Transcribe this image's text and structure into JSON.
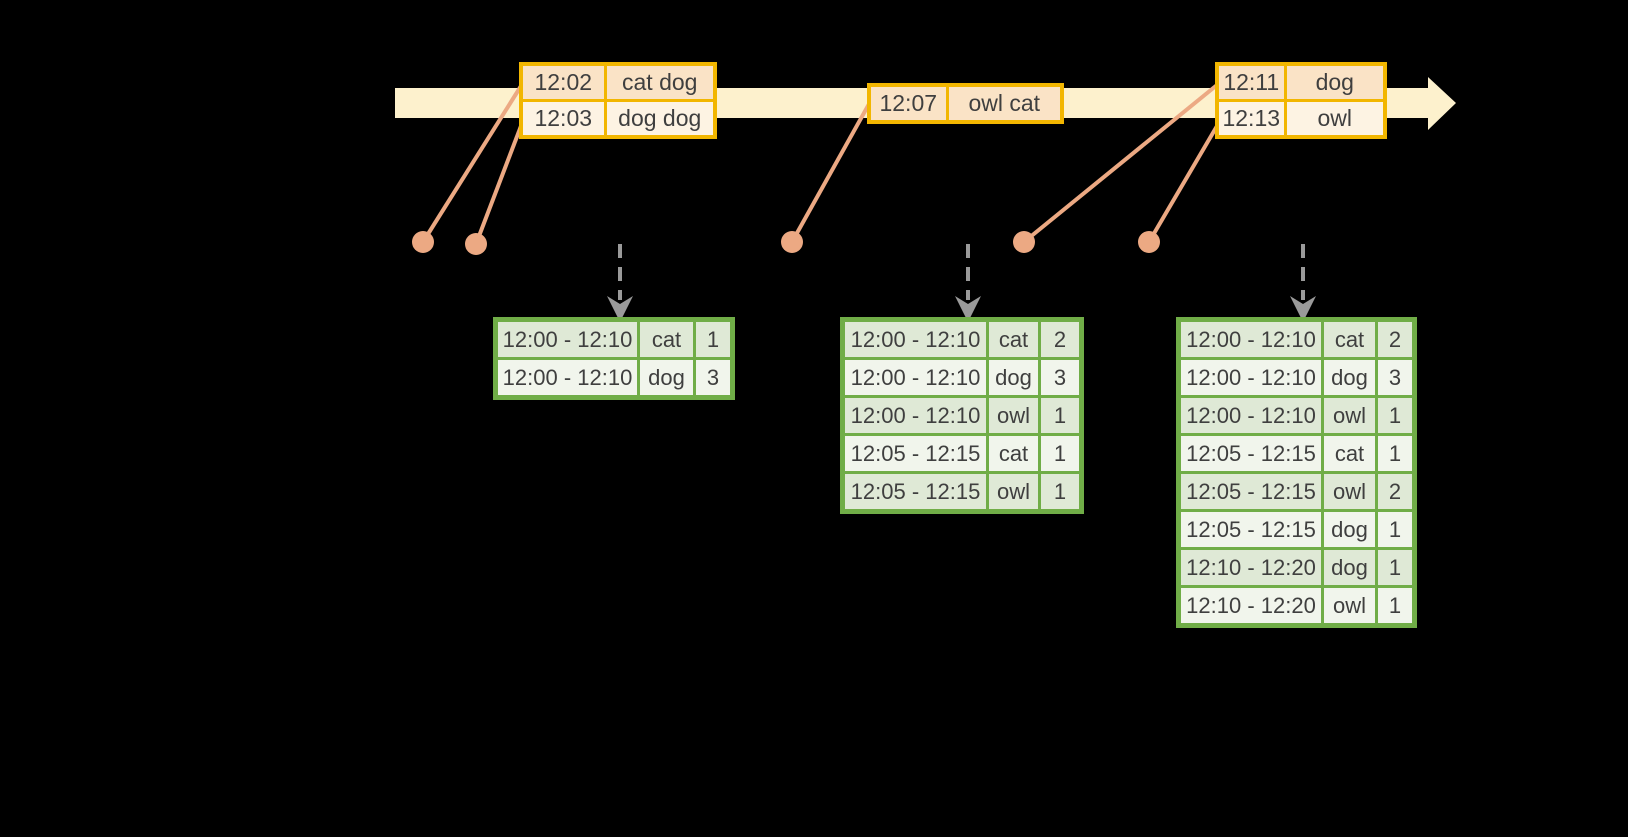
{
  "palette": {
    "background": "#000000",
    "timeline_band": "#fdf1cd",
    "event_border": "#f2b600",
    "event_row_dark": "#fae3c6",
    "event_row_light": "#fdf3e3",
    "connector": "#eca983",
    "result_border": "#70ad47",
    "result_row_dark": "#dfe9d6",
    "result_row_light": "#f1f5ec",
    "trigger_arrow": "#9a9a9a",
    "text": "#3f3f3f"
  },
  "icons": {
    "timeline_arrowhead": "▶",
    "event_marker_dot": "●",
    "trigger_arrow": "⇣"
  },
  "event_tables": [
    {
      "rows": [
        {
          "time": "12:02",
          "words": "cat dog"
        },
        {
          "time": "12:03",
          "words": "dog dog"
        }
      ]
    },
    {
      "rows": [
        {
          "time": "12:07",
          "words": "owl cat"
        }
      ]
    },
    {
      "rows": [
        {
          "time": "12:11",
          "words": "dog"
        },
        {
          "time": "12:13",
          "words": "owl"
        }
      ]
    }
  ],
  "result_tables": [
    {
      "rows": [
        {
          "window": "12:00 - 12:10",
          "word": "cat",
          "count": "1"
        },
        {
          "window": "12:00 - 12:10",
          "word": "dog",
          "count": "3"
        }
      ]
    },
    {
      "rows": [
        {
          "window": "12:00 - 12:10",
          "word": "cat",
          "count": "2"
        },
        {
          "window": "12:00 - 12:10",
          "word": "dog",
          "count": "3"
        },
        {
          "window": "12:00 - 12:10",
          "word": "owl",
          "count": "1"
        },
        {
          "window": "12:05 - 12:15",
          "word": "cat",
          "count": "1"
        },
        {
          "window": "12:05 - 12:15",
          "word": "owl",
          "count": "1"
        }
      ]
    },
    {
      "rows": [
        {
          "window": "12:00 - 12:10",
          "word": "cat",
          "count": "2"
        },
        {
          "window": "12:00 - 12:10",
          "word": "dog",
          "count": "3"
        },
        {
          "window": "12:00 - 12:10",
          "word": "owl",
          "count": "1"
        },
        {
          "window": "12:05 - 12:15",
          "word": "cat",
          "count": "1"
        },
        {
          "window": "12:05 - 12:15",
          "word": "owl",
          "count": "2"
        },
        {
          "window": "12:05 - 12:15",
          "word": "dog",
          "count": "1"
        },
        {
          "window": "12:10 - 12:20",
          "word": "dog",
          "count": "1"
        },
        {
          "window": "12:10 - 12:20",
          "word": "owl",
          "count": "1"
        }
      ]
    }
  ]
}
